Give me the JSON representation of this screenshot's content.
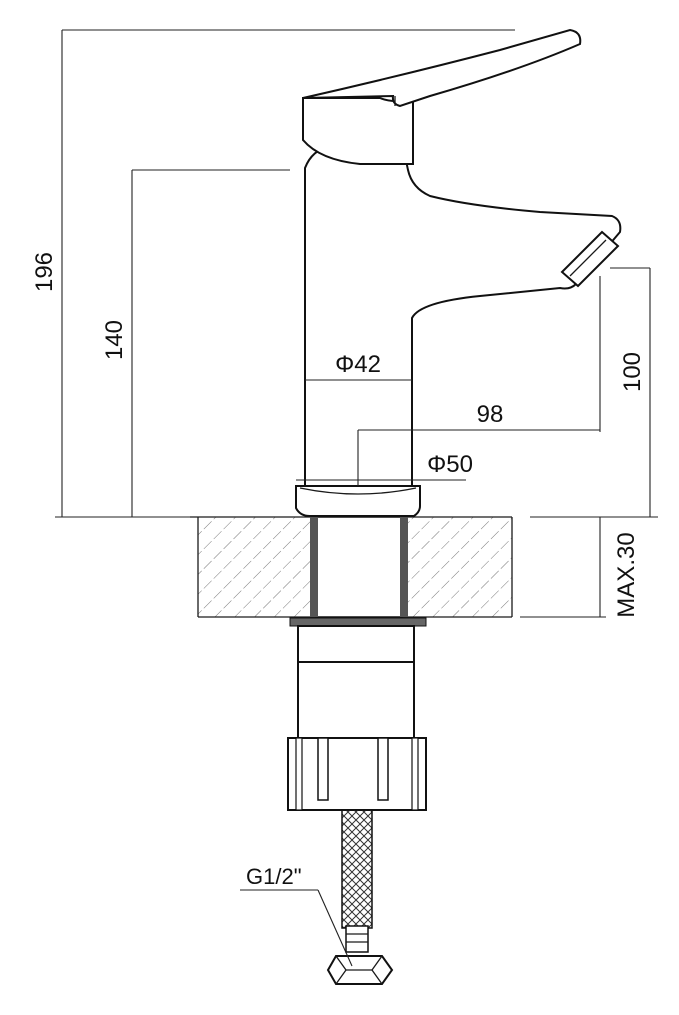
{
  "dimensions": {
    "total_height": "196",
    "body_height": "140",
    "spout_height": "100",
    "reach": "98",
    "body_diameter": "Φ42",
    "base_diameter": "Φ50",
    "max_counter_thickness": "MAX.30"
  },
  "labels": {
    "thread": "G1/2\""
  }
}
